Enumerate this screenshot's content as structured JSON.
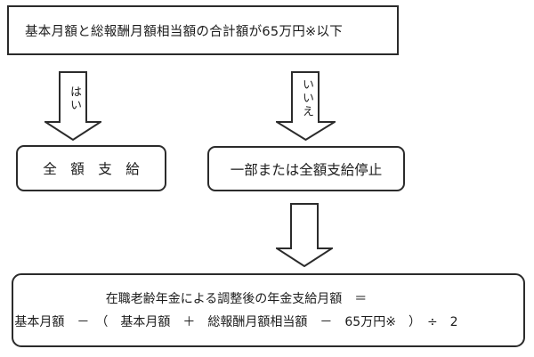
{
  "diagram": {
    "condition_box": {
      "text": "基本月額と総報酬月額相当額の合計額が65万円※以下"
    },
    "yes_branch": {
      "arrow_label": "はい",
      "result": "全　額　支　給"
    },
    "no_branch": {
      "arrow_label": "いいえ",
      "result": "一部または全額支給停止"
    },
    "formula_box": {
      "line1": "在職老齢年金による調整後の年金支給月額　＝",
      "line2": "基本月額　－　（　基本月額　＋　総報酬月額相当額　－　65万円※　）　÷　2"
    },
    "colors": {
      "border": "#2b2b2b",
      "text": "#1c1c1c",
      "background": "#ffffff"
    }
  }
}
